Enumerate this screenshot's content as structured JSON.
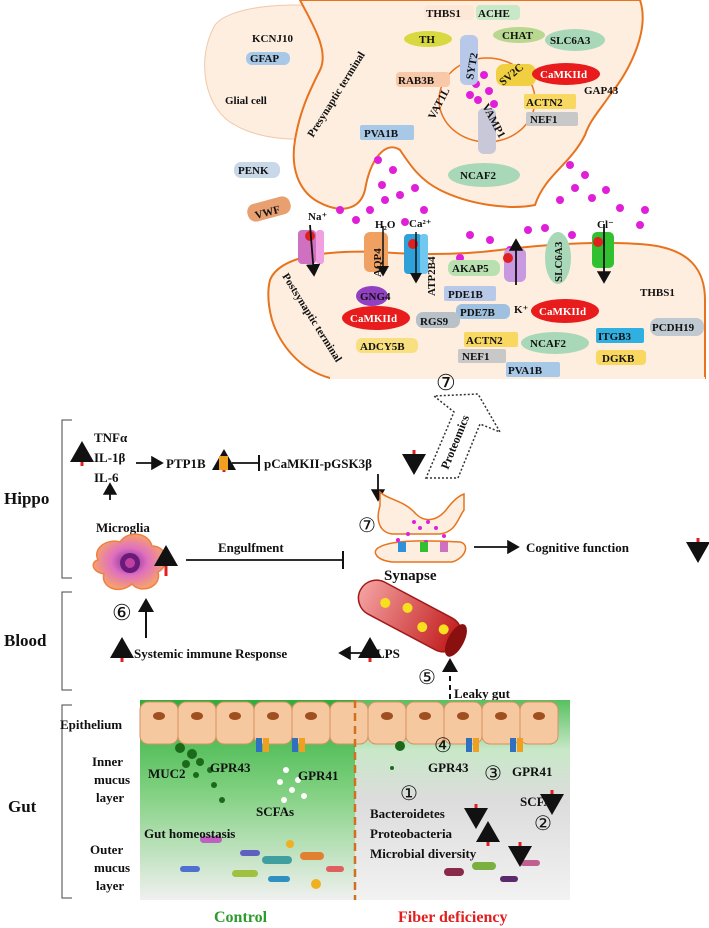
{
  "sections": {
    "hippo": "Hippo",
    "blood": "Blood",
    "gut": "Gut"
  },
  "glia": {
    "label": "Glial cell",
    "kcnj10": "KCNJ10",
    "gfap": "GFAP"
  },
  "presynaptic": {
    "label": "Presynaptic terminal",
    "proteins": {
      "thbs1": "THBS1",
      "ache": "ACHE",
      "th": "TH",
      "chat": "CHAT",
      "slc6a3": "SLC6A3",
      "syt2": "SYT2",
      "sv2c": "SV2C",
      "camk2d": "CaMKIId",
      "rab3b": "RAB3B",
      "vat1l": "VAT1L",
      "vamp1": "VAMP1",
      "actn2": "ACTN2",
      "gap43": "GAP43",
      "nef1": "NEF1",
      "pva1b": "PVA1B",
      "ncaf2": "NCAF2"
    }
  },
  "extracellular": {
    "penk": "PENK",
    "vwf": "VWF"
  },
  "ions": {
    "na": "Na⁺",
    "h2o": "H₂O",
    "ca": "Ca²⁺",
    "k": "K⁺",
    "cl": "Cl⁻"
  },
  "postsynaptic": {
    "label": "Postsynaptic terminal",
    "proteins": {
      "aqp4": "AQP4",
      "atp2b4": "ATP2B4",
      "akap5": "AKAP5",
      "slc6a3": "SLC6A3",
      "gng4": "GNG4",
      "pde1b": "PDE1B",
      "pde7b": "PDE7B",
      "camk2d_a": "CaMKIId",
      "camk2d_b": "CaMKIId",
      "rgs9": "RGS9",
      "thbs1": "THBS1",
      "adcy5b": "ADCY5B",
      "actn2": "ACTN2",
      "ncaf2": "NCAF2",
      "itgb3": "ITGB3",
      "pcdh19": "PCDH19",
      "nef1": "NEF1",
      "dgkb": "DGKB",
      "pva1b": "PVA1B"
    }
  },
  "steps": {
    "s1": "①",
    "s2": "②",
    "s3": "③",
    "s4": "④",
    "s5": "⑤",
    "s6": "⑥",
    "s7": "⑦"
  },
  "hippo": {
    "tnfa": "TNFα",
    "il1b": "IL-1β",
    "il6": "IL-6",
    "ptp1b": "PTP1B",
    "pathway": "pCaMKII-pGSK3β",
    "proteomics": "Proteomics",
    "microglia": "Microglia",
    "engulfment": "Engulfment",
    "synapse": "Synapse",
    "cognitive": "Cognitive function"
  },
  "blood": {
    "immune": "Systemic immune Response",
    "lps": "LPS",
    "leaky": "Leaky gut"
  },
  "gut": {
    "epithelium": "Epithelium",
    "inner1": "Inner",
    "inner2": "mucus",
    "inner3": "layer",
    "outer1": "Outer",
    "outer2": "mucus",
    "outer3": "layer",
    "muc2": "MUC2",
    "gpr43_a": "GPR43",
    "gpr41_a": "GPR41",
    "scfas_a": "SCFAs",
    "homeostasis": "Gut homeostasis",
    "gpr43_b": "GPR43",
    "gpr41_b": "GPR41",
    "bacteroidetes": "Bacteroidetes",
    "proteobacteria": "Proteobacteria",
    "diversity": "Microbial diversity",
    "scfas_b": "SCFAs"
  },
  "groups": {
    "control": "Control",
    "fiber": "Fiber deficiency"
  },
  "colors": {
    "cell_fill": "#fdeee0",
    "membrane": "#e8731e",
    "vesicle": "#e020d8",
    "up_arrow": "#e02020",
    "control": "#2e9a2e",
    "fiber": "#e02020",
    "gut_green": "#3cb44a"
  }
}
